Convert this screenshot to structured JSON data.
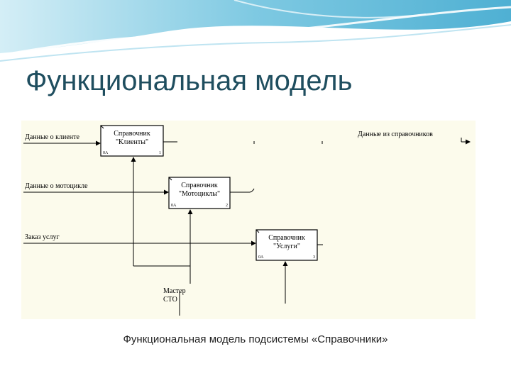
{
  "slide": {
    "title": "Функциональная модель",
    "caption": "Функциональная модель подсистемы «Справочники»"
  },
  "diagram": {
    "boxes": [
      {
        "line1": "Справочник",
        "line2": "\"Клиенты\"",
        "code": "0А",
        "num": "1"
      },
      {
        "line1": "Справочник",
        "line2": "\"Мотоциклы\"",
        "code": "0А",
        "num": "2"
      },
      {
        "line1": "Справочник",
        "line2": "\"Услуги\"",
        "code": "0А",
        "num": "3"
      }
    ],
    "arrows": {
      "in1": "Данные о клиенте",
      "in2": "Данные о мотоцикле",
      "in3": "Заказ услуг",
      "out": "Данные из справочников",
      "mech_line1": "Мастер",
      "mech_line2": "СТО"
    }
  },
  "colors": {
    "diagram_bg": "#fcfbec",
    "title": "#1f4e5f",
    "banner": "#5fb8d6"
  }
}
